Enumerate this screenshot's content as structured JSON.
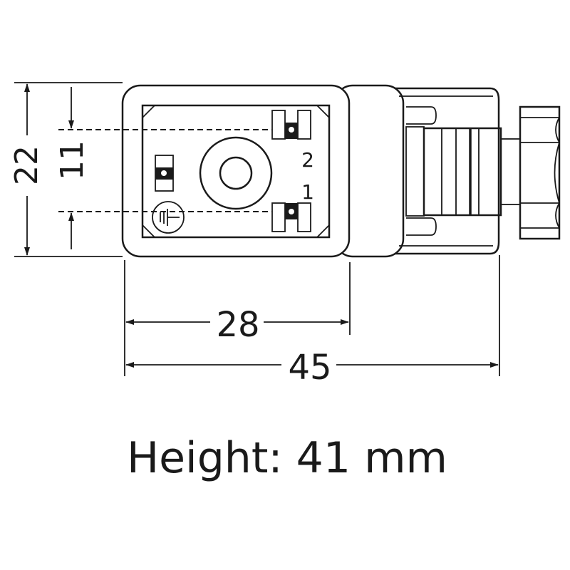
{
  "drawing": {
    "dimensions": {
      "overall_height": "22",
      "pin_spacing": "11",
      "body_width": "28",
      "overall_length": "45"
    },
    "pin_labels": {
      "pin2": "2",
      "pin1": "1"
    },
    "caption": "Height: 41 mm",
    "line_color": "#1a1a1a"
  }
}
